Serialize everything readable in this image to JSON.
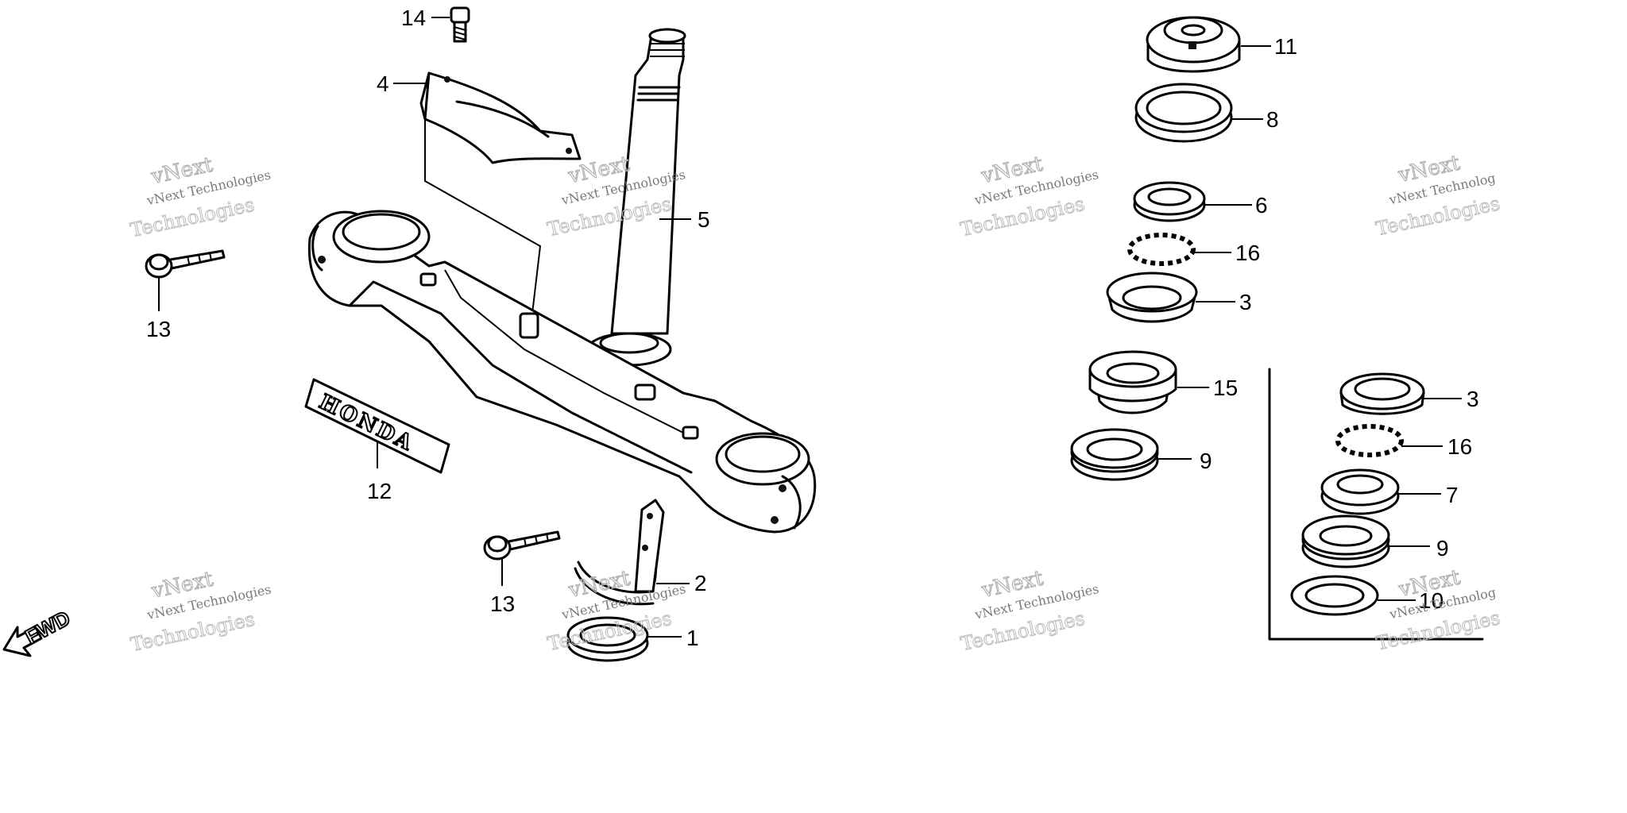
{
  "callouts": {
    "n1": "1",
    "n2": "2",
    "n3a": "3",
    "n3b": "3",
    "n4": "4",
    "n5": "5",
    "n6": "6",
    "n7": "7",
    "n8": "8",
    "n9a": "9",
    "n9b": "9",
    "n10": "10",
    "n11": "11",
    "n12": "12",
    "n13a": "13",
    "n13b": "13",
    "n14": "14",
    "n15": "15",
    "n16a": "16",
    "n16b": "16"
  },
  "emblem_text": "HONDA",
  "direction_marker": "FWD",
  "watermark": {
    "line_small": "vNext Technologies",
    "line_large": "Technologies",
    "line_top": "vNext",
    "line_small_truncated": "vNext Technolog"
  },
  "colors": {
    "ink": "#000000",
    "paper": "#ffffff",
    "watermark": "#9a9a9a"
  }
}
